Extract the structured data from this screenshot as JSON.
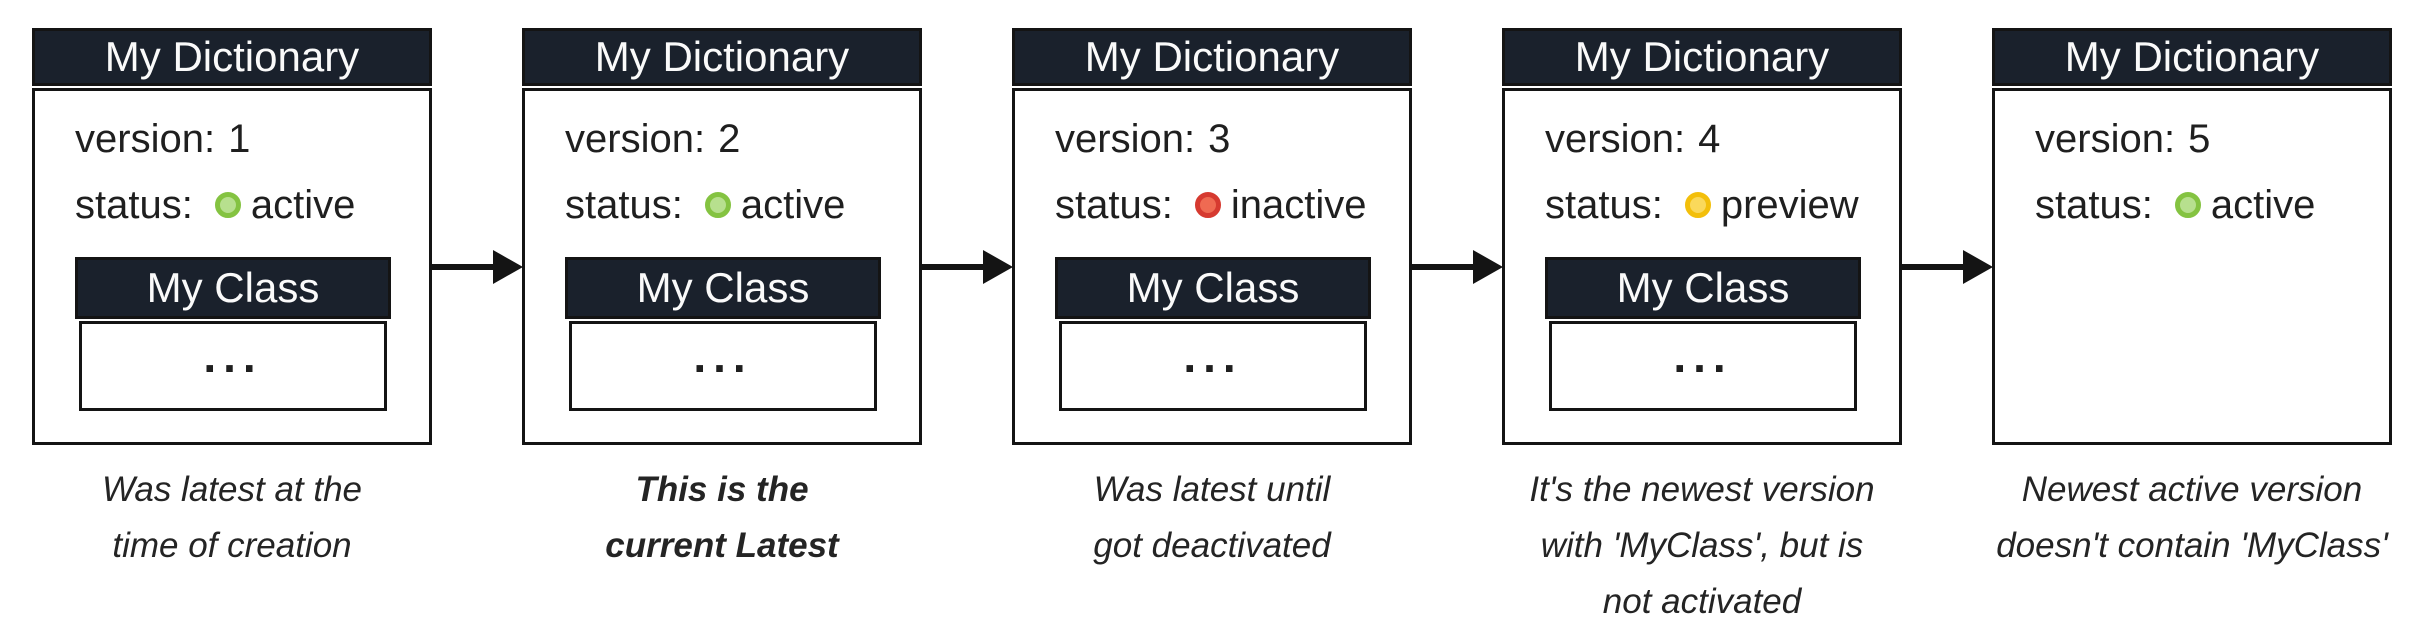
{
  "colors": {
    "header_bg": "#1a212c",
    "border": "#141414",
    "text": "#1f1f1f",
    "status": {
      "active": {
        "fill": "#b7e08e",
        "ring": "#84c341"
      },
      "inactive": {
        "fill": "#ef6a52",
        "ring": "#d63a30"
      },
      "preview": {
        "fill": "#fad95b",
        "ring": "#f3bf0b"
      }
    }
  },
  "dictionaries": [
    {
      "title": "My Dictionary",
      "version_label": "version:",
      "version": "1",
      "status_label": "status:",
      "status": "active",
      "class_title": "My Class",
      "class_body": "...",
      "caption": [
        "Was latest at the",
        "time of creation"
      ]
    },
    {
      "title": "My Dictionary",
      "version_label": "version:",
      "version": "2",
      "status_label": "status:",
      "status": "active",
      "class_title": "My Class",
      "class_body": "...",
      "caption": [
        "This is the",
        "current Latest"
      ]
    },
    {
      "title": "My Dictionary",
      "version_label": "version:",
      "version": "3",
      "status_label": "status:",
      "status": "inactive",
      "class_title": "My Class",
      "class_body": "...",
      "caption": [
        "Was latest until",
        "got deactivated"
      ]
    },
    {
      "title": "My Dictionary",
      "version_label": "version:",
      "version": "4",
      "status_label": "status:",
      "status": "preview",
      "class_title": "My Class",
      "class_body": "...",
      "caption": [
        "It's the newest version",
        "with 'MyClass', but is",
        "not activated"
      ]
    },
    {
      "title": "My Dictionary",
      "version_label": "version:",
      "version": "5",
      "status_label": "status:",
      "status": "active",
      "caption": [
        "Newest active version",
        "doesn't contain 'MyClass'"
      ]
    }
  ]
}
